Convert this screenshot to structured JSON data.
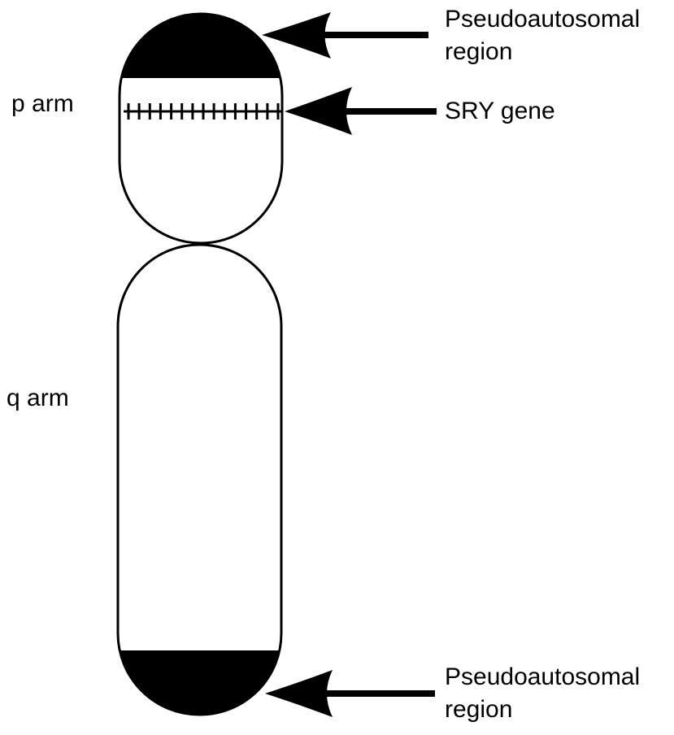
{
  "labels": {
    "p_arm": "p arm",
    "q_arm": "q arm",
    "par_top": "Pseudoautosomal region",
    "sry_gene": "SRY gene",
    "par_bottom": "Pseudoautosomal region"
  },
  "colors": {
    "stroke": "#000000",
    "fill_region": "#000000",
    "background": "#ffffff"
  }
}
